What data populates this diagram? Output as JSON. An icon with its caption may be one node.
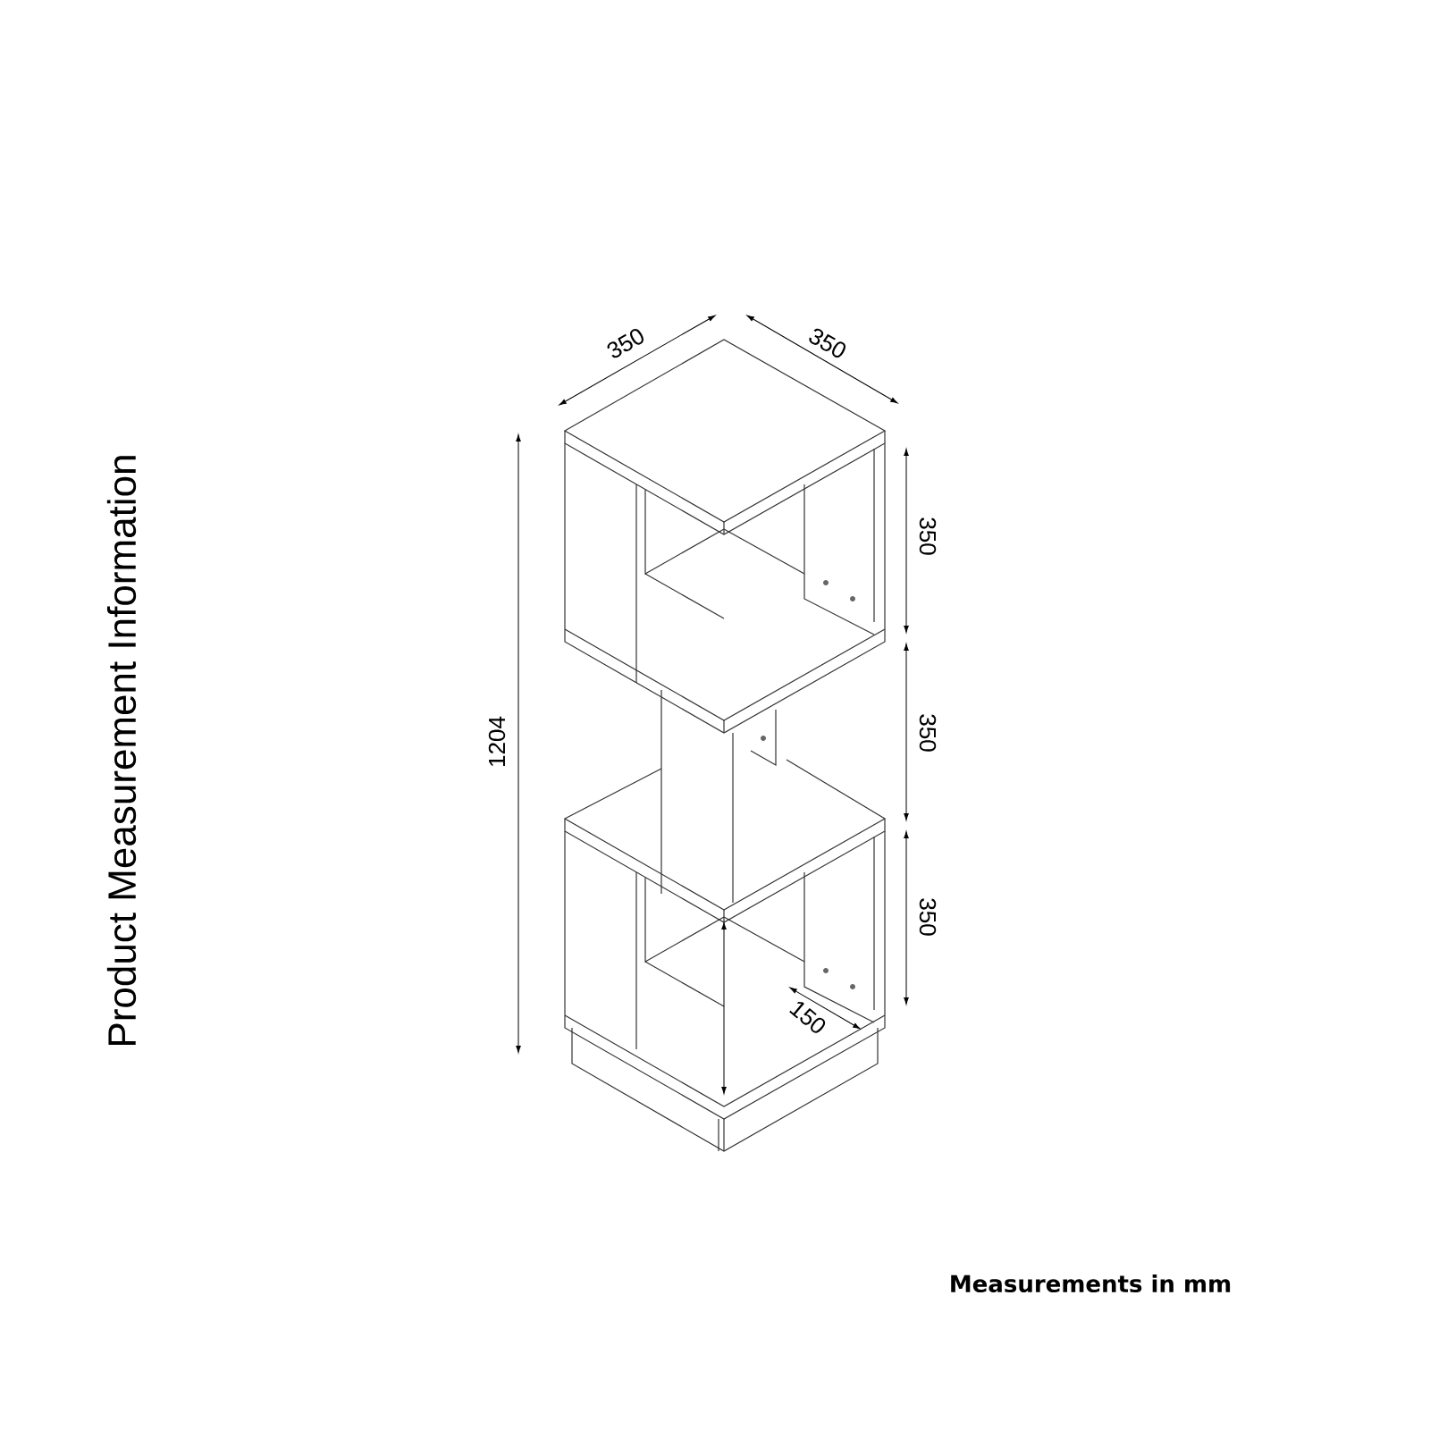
{
  "diagram": {
    "labels": [
      "350",
      "350",
      "1204",
      "350",
      "350",
      "350",
      "150",
      "Product Measurement Information",
      "Measurements in mm"
    ]
  }
}
